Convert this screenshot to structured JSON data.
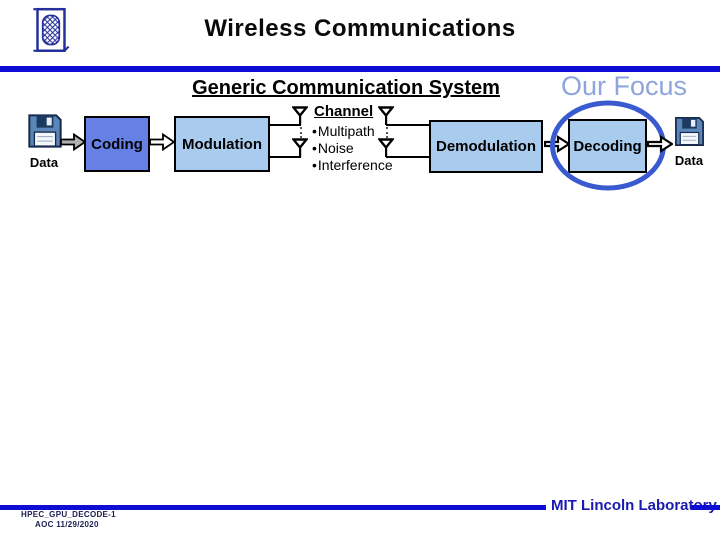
{
  "header": {
    "title": "Wireless Communications",
    "logo_icon": "mit-lincoln-laboratory-emblem"
  },
  "content": {
    "subtitle": "Generic Communication System",
    "focus_label": "Our Focus"
  },
  "diagram": {
    "input_label": "Data",
    "output_label": "Data",
    "blocks": [
      {
        "label": "Coding"
      },
      {
        "label": "Modulation"
      },
      {
        "label": "Demodulation"
      },
      {
        "label": "Decoding"
      }
    ],
    "channel": {
      "title": "Channel",
      "bullets": [
        "Multipath",
        "Noise",
        "Interference"
      ]
    }
  },
  "footer": {
    "doc_id": "HPEC_GPU_DECODE-1",
    "date": "AOC 11/29/2020",
    "organization": "MIT Lincoln Laboratory"
  },
  "colors": {
    "accent_bar": "#0d0dd3",
    "coding_fill": "#6680e6",
    "block_fill": "#a9cbee",
    "focus_text": "#8ea4dc",
    "ellipse_stroke": "#3a5bd0",
    "footer_blue": "#1a1ab0"
  }
}
